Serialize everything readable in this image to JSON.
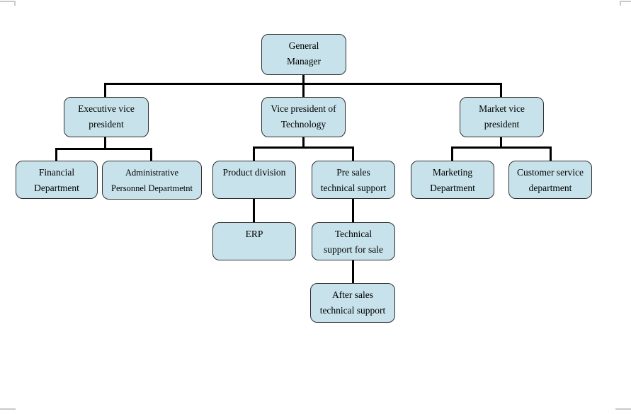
{
  "colors": {
    "page_background": "#ffffff",
    "box_fill": "#c7e2ea",
    "box_border": "#2f2f2f",
    "connector": "#000000",
    "crop_mark": "#c9c9c9"
  },
  "nodes": {
    "general_manager": {
      "label": "General Manager",
      "line1": "General",
      "line2": "Manager"
    },
    "executive_vice_president": {
      "label": "Executive vice president",
      "line1": "Executive vice",
      "line2": "president"
    },
    "vice_president_of_technology": {
      "label": "Vice president of Technology",
      "line1": "Vice president of",
      "line2": "Technology"
    },
    "market_vice_president": {
      "label": "Market vice president",
      "line1": "Market vice",
      "line2": "president"
    },
    "financial_department": {
      "label": "Financial Department",
      "line1": "Financial",
      "line2": "Department"
    },
    "administrative_personnel_department": {
      "label": "Administrative Personnel Departmetnt",
      "line1": "Administrative",
      "line2": "Personnel Departmetnt"
    },
    "product_division": {
      "label": "Product division",
      "line1": "Product division",
      "line2": ""
    },
    "pre_sales_technical_support": {
      "label": "Pre sales technical support",
      "line1": "Pre sales",
      "line2": "technical support"
    },
    "marketing_department": {
      "label": "Marketing Department",
      "line1": "Marketing",
      "line2": "Department"
    },
    "customer_service_department": {
      "label": "Customer service department",
      "line1": "Customer service",
      "line2": "department"
    },
    "erp": {
      "label": "ERP",
      "line1": "ERP",
      "line2": ""
    },
    "technical_support_for_sale": {
      "label": "Technical support for sale",
      "line1": "Technical",
      "line2": "support for sale"
    },
    "after_sales_technical_support": {
      "label": "After sales technical support",
      "line1": "After sales",
      "line2": "technical support"
    }
  },
  "structure": {
    "root": "general_manager",
    "edges": [
      [
        "general_manager",
        "executive_vice_president"
      ],
      [
        "general_manager",
        "vice_president_of_technology"
      ],
      [
        "general_manager",
        "market_vice_president"
      ],
      [
        "executive_vice_president",
        "financial_department"
      ],
      [
        "executive_vice_president",
        "administrative_personnel_department"
      ],
      [
        "vice_president_of_technology",
        "product_division"
      ],
      [
        "vice_president_of_technology",
        "pre_sales_technical_support"
      ],
      [
        "market_vice_president",
        "marketing_department"
      ],
      [
        "market_vice_president",
        "customer_service_department"
      ],
      [
        "product_division",
        "erp"
      ],
      [
        "pre_sales_technical_support",
        "technical_support_for_sale"
      ],
      [
        "technical_support_for_sale",
        "after_sales_technical_support"
      ]
    ]
  }
}
